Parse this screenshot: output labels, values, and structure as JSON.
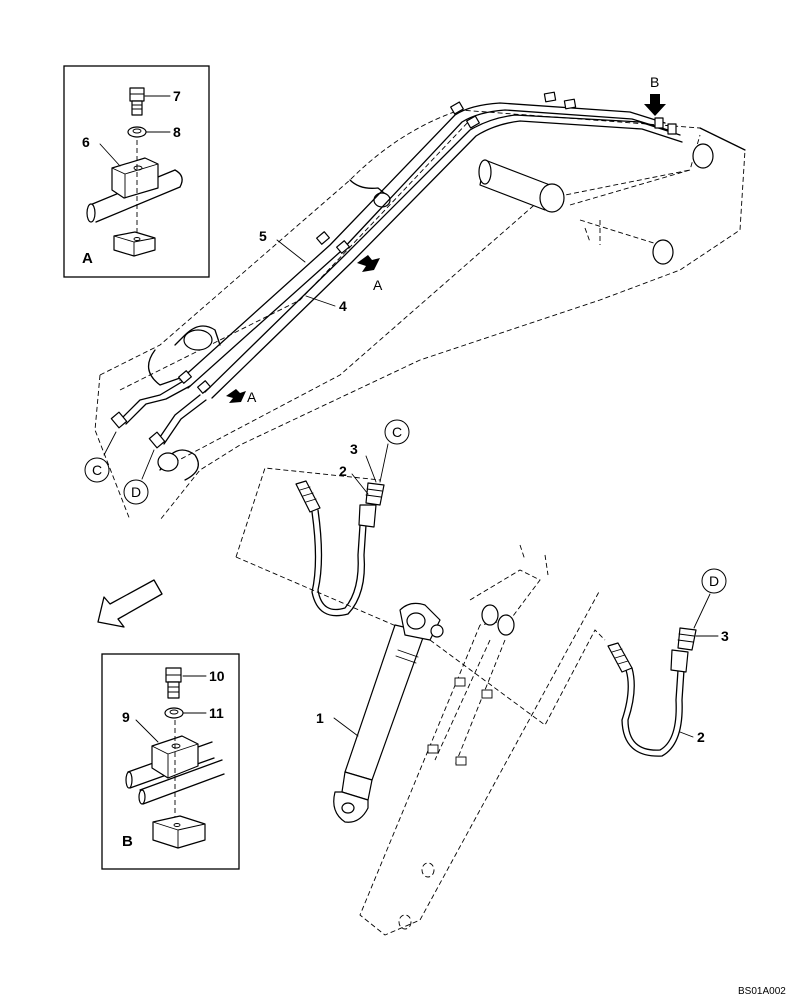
{
  "callouts": {
    "p1": "1",
    "p2_upper": "2",
    "p2_lower": "2",
    "p3_upper": "3",
    "p3_lower": "3",
    "p4": "4",
    "p5": "5",
    "p6": "6",
    "p7": "7",
    "p8": "8",
    "p9": "9",
    "p10": "10",
    "p11": "11"
  },
  "detail_boxes": {
    "a": {
      "label": "A"
    },
    "b": {
      "label": "B"
    }
  },
  "view_arrows": {
    "a_upper": "A",
    "a_lower": "A",
    "b": "B"
  },
  "connection_markers": {
    "c_boom": "C",
    "d_boom": "D",
    "c_hose": "C",
    "d_hose": "D"
  },
  "drawing_code": "BS01A002"
}
